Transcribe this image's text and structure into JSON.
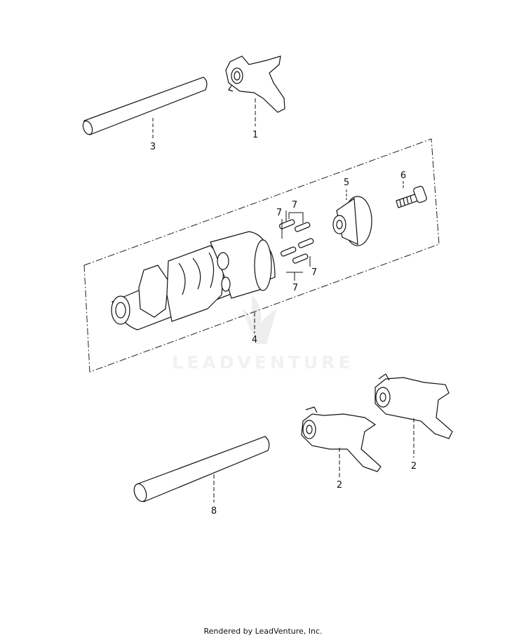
{
  "diagram": {
    "callouts": [
      {
        "id": "c1",
        "label": "1"
      },
      {
        "id": "c2a",
        "label": "2"
      },
      {
        "id": "c2b",
        "label": "2"
      },
      {
        "id": "c3",
        "label": "3"
      },
      {
        "id": "c4",
        "label": "4"
      },
      {
        "id": "c5",
        "label": "5"
      },
      {
        "id": "c6",
        "label": "6"
      },
      {
        "id": "c7a",
        "label": "7"
      },
      {
        "id": "c7b",
        "label": "7"
      },
      {
        "id": "c7c",
        "label": "7"
      },
      {
        "id": "c7d",
        "label": "7"
      },
      {
        "id": "c8",
        "label": "8"
      }
    ],
    "watermark": "LEADVENTURE"
  },
  "footer": {
    "text": "Rendered by LeadVenture, Inc."
  }
}
